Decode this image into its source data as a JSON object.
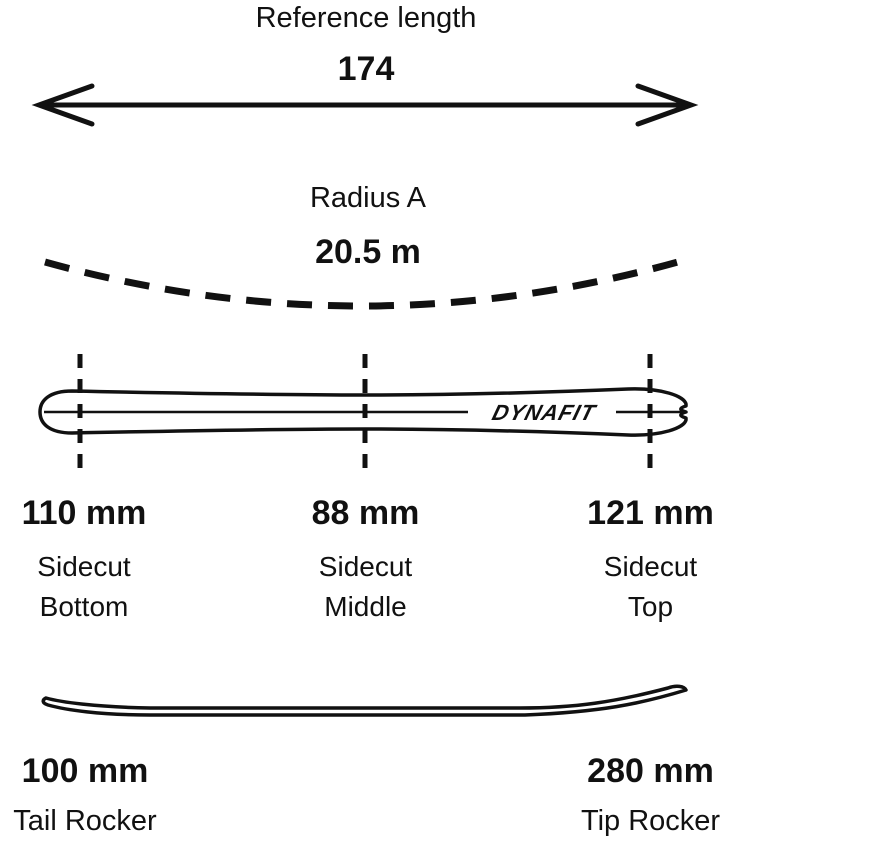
{
  "colors": {
    "ink": "#111111",
    "background": "#ffffff"
  },
  "reference": {
    "label": "Reference length",
    "value": "174"
  },
  "radius": {
    "label": "Radius A",
    "value": "20.5 m"
  },
  "brand": {
    "logo": "DYNAFIT"
  },
  "sidecut": {
    "bottom": {
      "value": "110 mm",
      "label_line1": "Sidecut",
      "label_line2": "Bottom"
    },
    "middle": {
      "value": "88 mm",
      "label_line1": "Sidecut",
      "label_line2": "Middle"
    },
    "top": {
      "value": "121 mm",
      "label_line1": "Sidecut",
      "label_line2": "Top"
    }
  },
  "rocker": {
    "tail": {
      "value": "100 mm",
      "label": "Tail Rocker"
    },
    "tip": {
      "value": "280 mm",
      "label": "Tip Rocker"
    }
  }
}
